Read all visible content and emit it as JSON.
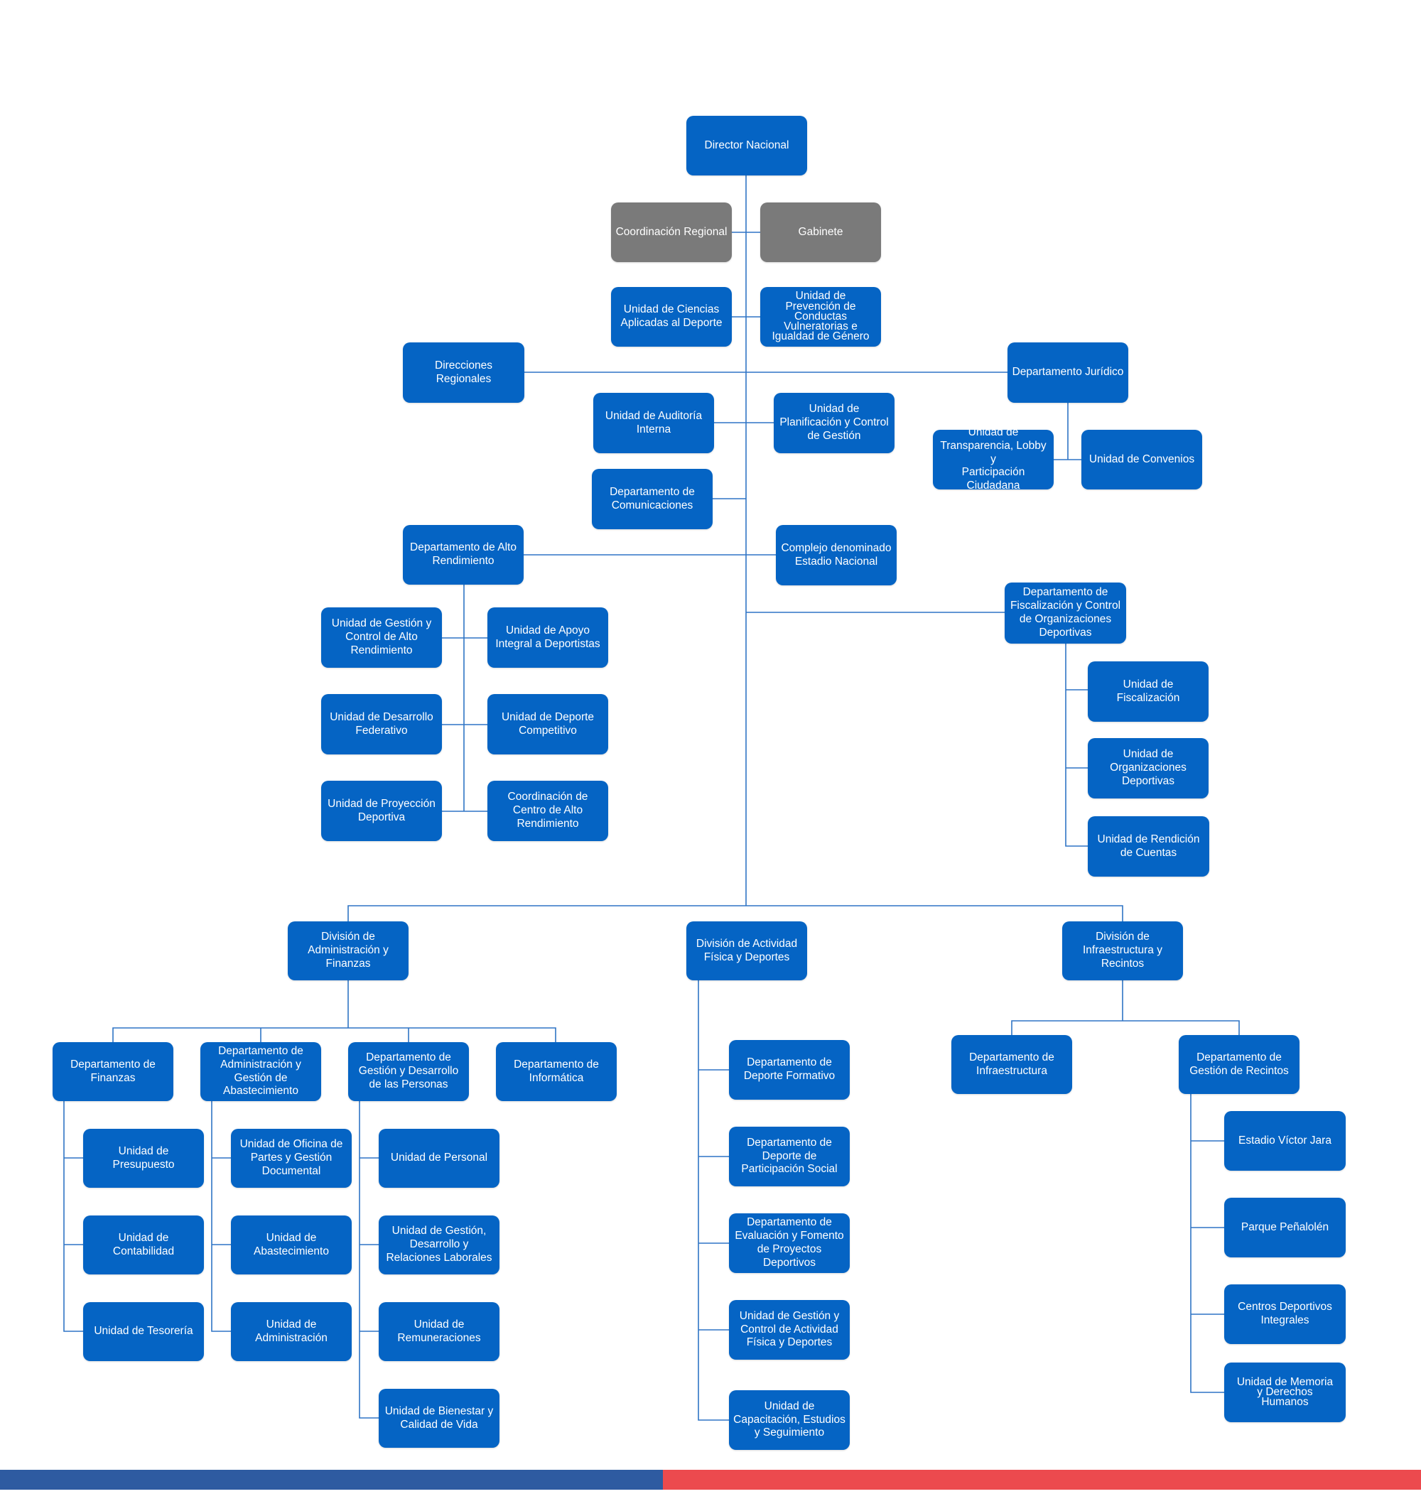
{
  "colors": {
    "node": "#0564c4",
    "node_gray": "#7a7a7a",
    "line": "#2f74c5",
    "bar_blue": "#2e5ba1",
    "bar_red": "#ec4a4e"
  },
  "nodes": {
    "director_nacional": "Director Nacional",
    "coordinacion_regional": "Coordinación Regional",
    "gabinete": "Gabinete",
    "unidad_ciencias": "Unidad de Ciencias\nAplicadas al Deporte",
    "unidad_prevencion": "Unidad de\nPrevención de\nConductas\nVulneratorias e\nIgualdad de Género",
    "direcciones_regionales": "Direcciones Regionales",
    "departamento_juridico": "Departamento Jurídico",
    "unidad_transparencia": "Unidad de\nTransparencia, Lobby y\nParticipación\nCiudadana",
    "unidad_convenios": "Unidad de Convenios",
    "unidad_auditoria": "Unidad de Auditoría\nInterna",
    "unidad_planificacion": "Unidad de\nPlanificación y Control\nde Gestión",
    "departamento_comunicaciones": "Departamento de\nComunicaciones",
    "departamento_alto_rendimiento": "Departamento de Alto\nRendimiento",
    "complejo_estadio": "Complejo denominado\nEstadio Nacional",
    "departamento_fiscalizacion": "Departamento de\nFiscalización y Control\nde Organizaciones\nDeportivas",
    "unidad_gestion_alto_rendimiento": "Unidad de Gestión y\nControl de Alto\nRendimiento",
    "unidad_apoyo_integral": "Unidad de Apoyo\nIntegral a Deportistas",
    "unidad_desarrollo_federativo": "Unidad de Desarrollo\nFederativo",
    "unidad_deporte_competitivo": "Unidad de Deporte\nCompetitivo",
    "unidad_proyeccion": "Unidad de Proyección\nDeportiva",
    "coordinacion_centro_alto": "Coordinación de\nCentro de Alto\nRendimiento",
    "unidad_fiscalizacion": "Unidad de\nFiscalización",
    "unidad_organizaciones": "Unidad de\nOrganizaciones\nDeportivas",
    "unidad_rendicion": "Unidad de Rendición\nde Cuentas",
    "division_administracion": "División de\nAdministración y\nFinanzas",
    "division_actividad": "División de Actividad\nFísica y Deportes",
    "division_infraestructura": "División  de\nInfraestructura y\nRecintos",
    "departamento_finanzas": "Departamento de\nFinanzas",
    "departamento_abastecimiento": "Departamento de\nAdministración y\nGestión de\nAbastecimiento",
    "departamento_personas": "Departamento de\nGestión y Desarrollo\nde las Personas",
    "departamento_informatica": "Departamento de\nInformática",
    "unidad_presupuesto": "Unidad de\nPresupuesto",
    "unidad_contabilidad": "Unidad de\nContabilidad",
    "unidad_tesoreria": "Unidad de Tesorería",
    "unidad_oficina_partes": "Unidad de Oficina de\nPartes y Gestión\nDocumental",
    "unidad_abastecimiento": "Unidad de\nAbastecimiento",
    "unidad_administracion": "Unidad de\nAdministración",
    "unidad_personal": "Unidad de Personal",
    "unidad_gestion_relaciones": "Unidad de Gestión,\nDesarrollo y\nRelaciones Laborales",
    "unidad_remuneraciones": "Unidad de\nRemuneraciones",
    "unidad_bienestar": "Unidad de Bienestar y\nCalidad de Vida",
    "departamento_deporte_formativo": "Departamento de\nDeporte Formativo",
    "departamento_participacion_social": "Departamento de\nDeporte de\nParticipación Social",
    "departamento_evaluacion": "Departamento de\nEvaluación y Fomento\nde Proyectos\nDeportivos",
    "unidad_gestion_actividad": "Unidad de Gestión y\nControl de Actividad\nFísica y Deportes",
    "unidad_capacitacion": "Unidad de\nCapacitación, Estudios\ny Seguimiento",
    "departamento_infraestructura": "Departamento de\nInfraestructura",
    "departamento_recintos": "Departamento de\nGestión de Recintos",
    "estadio_victor_jara": "Estadio Víctor Jara",
    "parque_penalolen": "Parque Peñalolén",
    "centros_deportivos": "Centros Deportivos\nIntegrales",
    "unidad_memoria": "Unidad de Memoria\ny Derechos\nHumanos"
  }
}
